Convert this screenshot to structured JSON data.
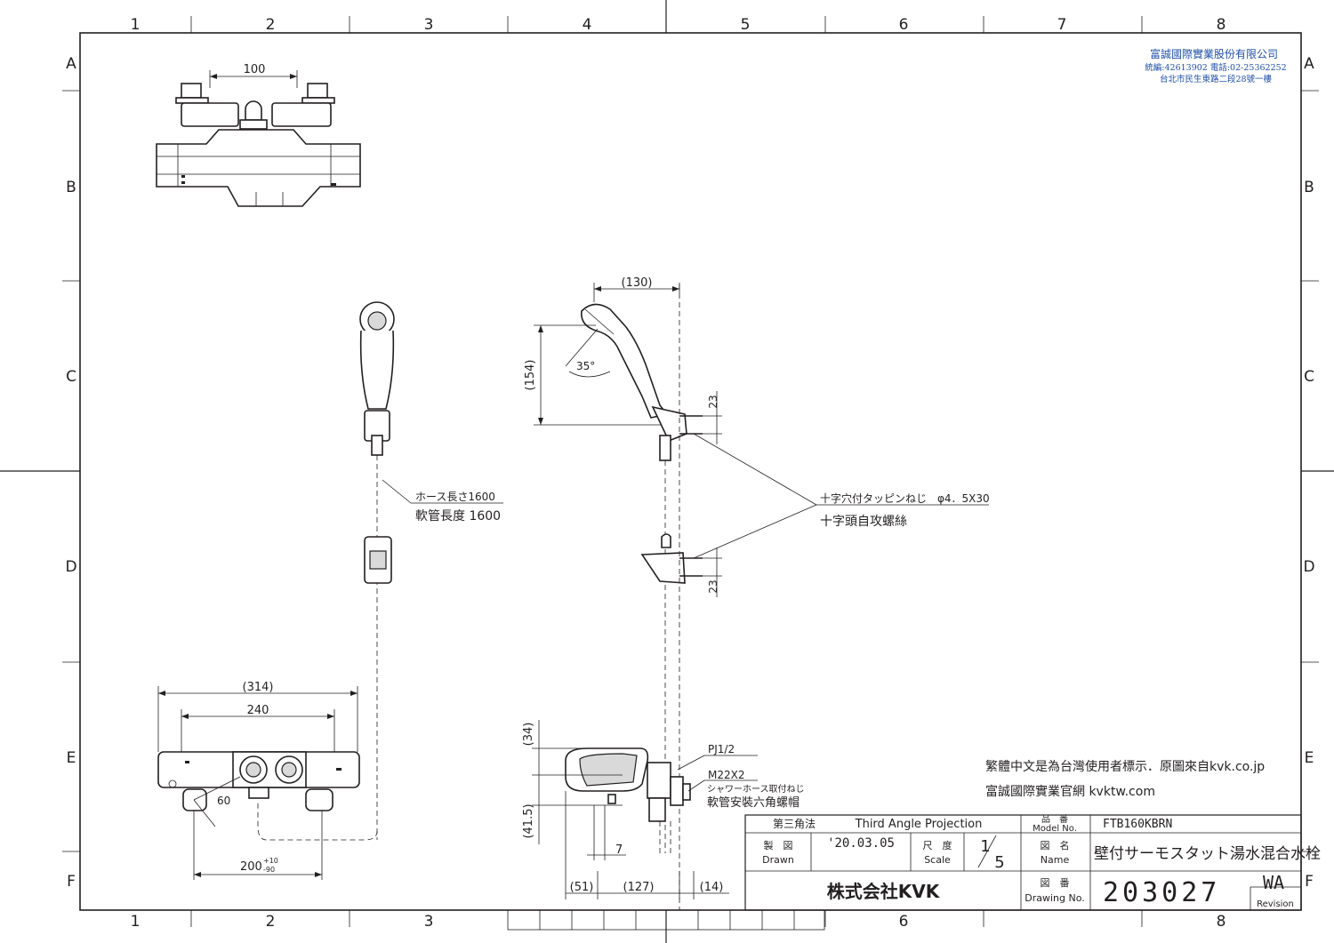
{
  "grid": {
    "columns": [
      "1",
      "2",
      "3",
      "4",
      "5",
      "6",
      "7",
      "8"
    ],
    "rows": [
      "A",
      "B",
      "C",
      "D",
      "E",
      "F"
    ]
  },
  "company_stamp": {
    "name": "富誠國際實業股份有限公司",
    "contact": "統編:42613902 電話:02-25362252",
    "address": "台北市民生東路二段28號一樓"
  },
  "dimensions": {
    "top_width": "100",
    "shower_width": "(130)",
    "shower_height": "(154)",
    "angle": "35°",
    "bracket_upper": "23",
    "bracket_lower": "23",
    "front_overall": "(314)",
    "front_inner": "240",
    "bottom_angle": "60",
    "bottom_pitch": "200",
    "bottom_tol_plus": "+10",
    "bottom_tol_minus": "-90",
    "side_top": "(34)",
    "side_lower": "(41.5)",
    "side_seven": "7",
    "side_a": "(51)",
    "side_b": "(127)",
    "side_c": "(14)"
  },
  "notes": {
    "hose_jp": "ホース長さ1600",
    "hose_zh": "軟管長度 1600",
    "screw_jp": "十字穴付タッピンねじ　φ4．5X30",
    "screw_zh": "十字頭自攻螺絲",
    "pj": "PJ1/2",
    "m22": "M22X2",
    "hose_nut_jp": "シャワーホース取付ねじ",
    "hose_nut_zh": "軟管安裝六角螺帽",
    "translation_note": "繁體中文是為台灣使用者標示．原圖來自kvk.co.jp",
    "website": "富誠國際實業官網 kvktw.com"
  },
  "title_block": {
    "projection_jp": "第三角法",
    "projection_en": "Third Angle Projection",
    "model_label_jp": "品　番",
    "model_label_en": "Model No.",
    "model_no": "FTB160KBRN",
    "drawn_label_jp": "製　図",
    "drawn_label_en": "Drawn",
    "date": "'20.03.05",
    "scale_label_jp": "尺　度",
    "scale_label_en": "Scale",
    "scale_num": "1",
    "scale_den": "5",
    "name_label_jp": "図　名",
    "name_label_en": "Name",
    "product_name": "壁付サーモスタット湯水混合水栓",
    "company": "株式会社KVK",
    "drawing_label_jp": "図　番",
    "drawing_label_en": "Drawing No.",
    "drawing_no": "203027",
    "revision": "WA",
    "revision_label": "Revision"
  }
}
